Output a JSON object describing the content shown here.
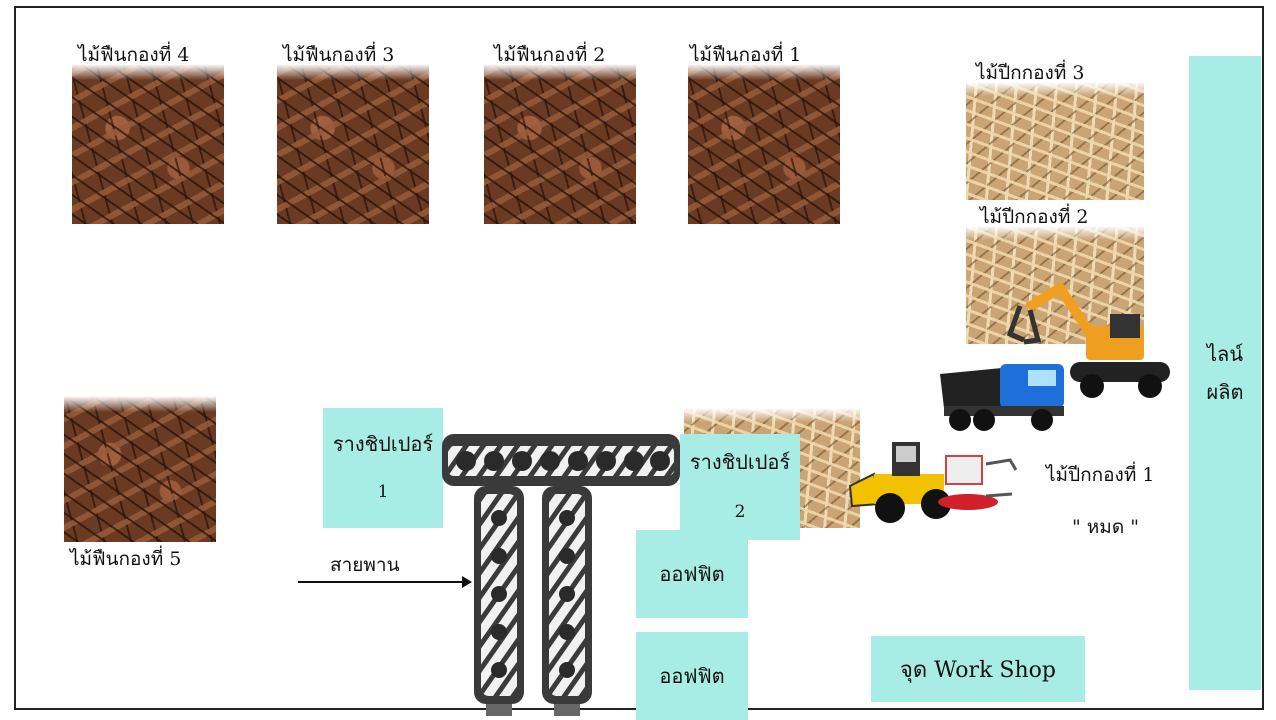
{
  "diagram": {
    "firewood_piles": [
      {
        "label": "ไม้ฟืนกองที่ 4"
      },
      {
        "label": "ไม้ฟืนกองที่ 3"
      },
      {
        "label": "ไม้ฟืนกองที่ 2"
      },
      {
        "label": "ไม้ฟืนกองที่ 1"
      },
      {
        "label": "ไม้ฟืนกองที่ 5"
      }
    ],
    "chip_piles": [
      {
        "label": "ไม้ปีกกองที่ 3"
      },
      {
        "label": "ไม้ปีกกองที่ 2"
      },
      {
        "label": "ไม้ปีกกองที่ 1",
        "status": "\" หมด \""
      }
    ],
    "chipper_chute_1": {
      "label": "รางชิปเปอร์",
      "number": "1"
    },
    "chipper_chute_2": {
      "label": "รางชิปเปอร์",
      "number": "2"
    },
    "conveyor": {
      "label": "สายพาน"
    },
    "offfit_1": {
      "label": "ออฟฟิต"
    },
    "offfit_2": {
      "label": "ออฟฟิต"
    },
    "workshop": {
      "label": "จุด Work Shop"
    },
    "production_line": {
      "line1": "ไลน์",
      "line2": "ผลิต"
    },
    "icons": [
      "firewood-pile-image",
      "wood-chip-pile-image",
      "excavator-icon",
      "dump-truck-icon",
      "wheel-loader-icon",
      "conveyor-belt-icon",
      "arrow-right-icon"
    ],
    "colors": {
      "box_fill": "#a8ece6",
      "conveyor": "#3a3a3a",
      "truck_cab": "#1e6fd9",
      "loader": "#f2c200"
    }
  }
}
